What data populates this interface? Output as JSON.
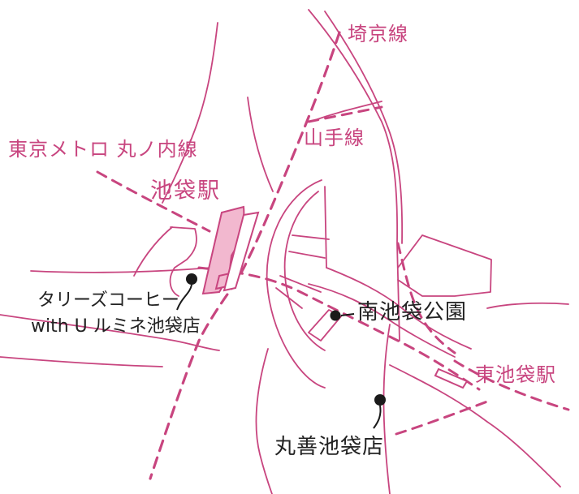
{
  "colors": {
    "rail": "#c8457f",
    "road": "#c8457f",
    "station_fill": "#f2b8cf",
    "marker": "#1a1a1a",
    "text_dark": "#222222"
  },
  "lines": {
    "saikyo": "埼京線",
    "yamanote": "山手線",
    "marunouchi": "東京メトロ 丸ノ内線"
  },
  "stations": {
    "ikebukuro": "池袋駅",
    "higashi_ikebukuro": "東池袋駅"
  },
  "places": {
    "tullys_line1": "タリーズコーヒー",
    "tullys_line2": "with U ルミネ池袋店",
    "park": "南池袋公園",
    "maruzen": "丸善池袋店"
  }
}
